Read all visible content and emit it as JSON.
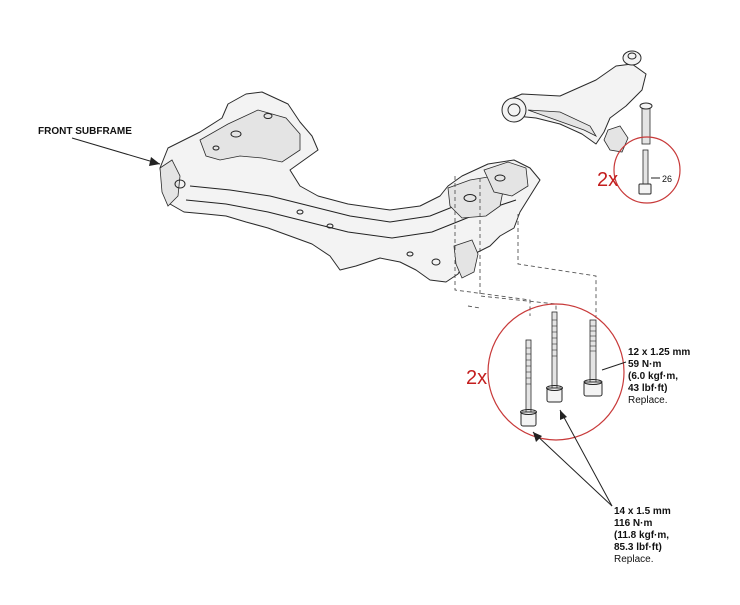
{
  "labels": {
    "front_subframe": "FRONT SUBFRAME",
    "arm_bolt_qty": "2x",
    "arm_bolt_torque": "26",
    "mount_bolt_qty": "2x"
  },
  "bolt_12": {
    "size": "12 x 1.25 mm",
    "torque_nm": "59 N·m",
    "torque_kgf": "(6.0 kgf·m,",
    "torque_lbf": "43 lbf·ft)",
    "note": "Replace."
  },
  "bolt_14": {
    "size": "14 x 1.5 mm",
    "torque_nm": "116 N·m",
    "torque_kgf": "(11.8 kgf·m,",
    "torque_lbf": "85.3 lbf·ft)",
    "note": "Replace."
  },
  "colors": {
    "highlight": "#c83a3a",
    "quantity_text": "#c41e1e",
    "line": "#222222"
  }
}
